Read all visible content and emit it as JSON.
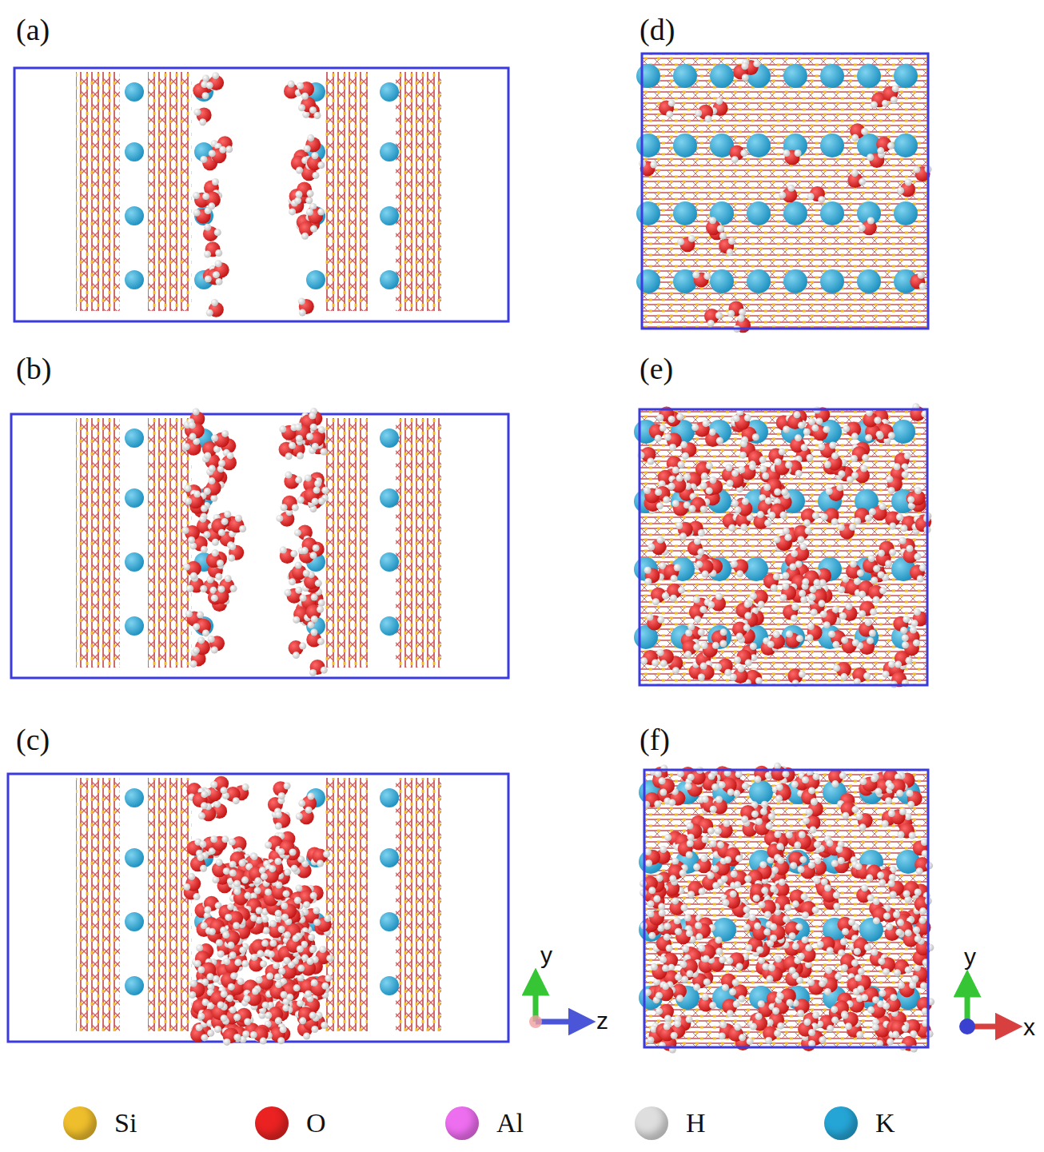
{
  "diagram": {
    "labels": [
      "(a)",
      "(b)",
      "(c)",
      "(d)",
      "(e)",
      "(f)",
      "y",
      "z",
      "y",
      "x"
    ],
    "legend": [
      {
        "text": "Si",
        "color": "#efbe2c"
      },
      {
        "text": "O",
        "color": "#ea2222"
      },
      {
        "text": "Al",
        "color": "#ee6ef0"
      },
      {
        "text": "H",
        "color": "#dedede"
      },
      {
        "text": "K",
        "color": "#25a5d6"
      }
    ]
  }
}
